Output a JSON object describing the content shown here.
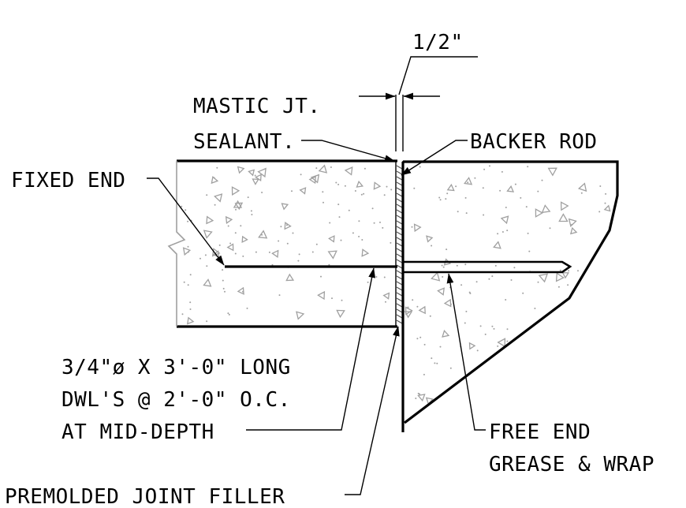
{
  "labels": {
    "dimension": "1/2\"",
    "mastic_line1": "MASTIC JT.",
    "mastic_line2": "SEALANT.",
    "backer_rod": "BACKER ROD",
    "fixed_end": "FIXED END",
    "dowel_line1": "3/4\"ø X 3'-0\" LONG",
    "dowel_line2": "DWL'S @ 2'-0\" O.C.",
    "dowel_line3": "AT MID-DEPTH",
    "free_end_line1": "FREE END",
    "free_end_line2": "GREASE & WRAP",
    "premolded": "PREMOLDED JOINT FILLER"
  },
  "colors": {
    "line": "#000000",
    "concrete_pattern": "#a0a0a0",
    "background": "#ffffff"
  }
}
